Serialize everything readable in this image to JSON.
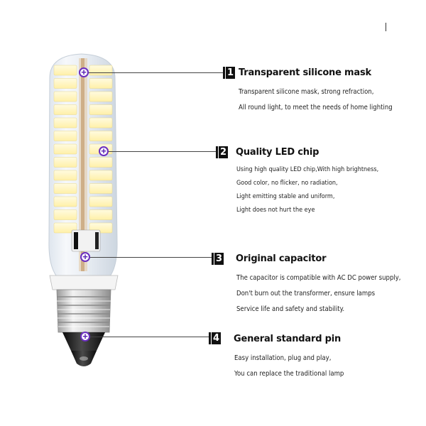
{
  "features": [
    {
      "number": "1",
      "title": "Transparent silicone mask",
      "lines": [
        "Transparent silicone mask, strong refraction,",
        "All round light, to meet the needs of home lighting"
      ]
    },
    {
      "number": "2",
      "title": "Quality LED chip",
      "lines": [
        "Using high quality LED chip,With high brightness,",
        "Good color, no flicker, no radiation,",
        "Light emitting stable and uniform,",
        "Light does not hurt the eye"
      ]
    },
    {
      "number": "3",
      "title": "Original capacitor",
      "lines": [
        "The capacitor is compatible with AC DC power supply,",
        "Don't burn out the transformer, ensure lamps",
        "Service life and safety and stability."
      ]
    },
    {
      "number": "4",
      "title": "General standard pin",
      "lines": [
        "Easy installation, plug and play,",
        "You can replace the traditional lamp"
      ]
    }
  ],
  "colors": {
    "marker": "#6b2ec0",
    "led_chip": "#fff6c4",
    "silicone": "#e9eef3",
    "base_metal": "#d9d9d9",
    "pin": "#1c1c1c"
  }
}
